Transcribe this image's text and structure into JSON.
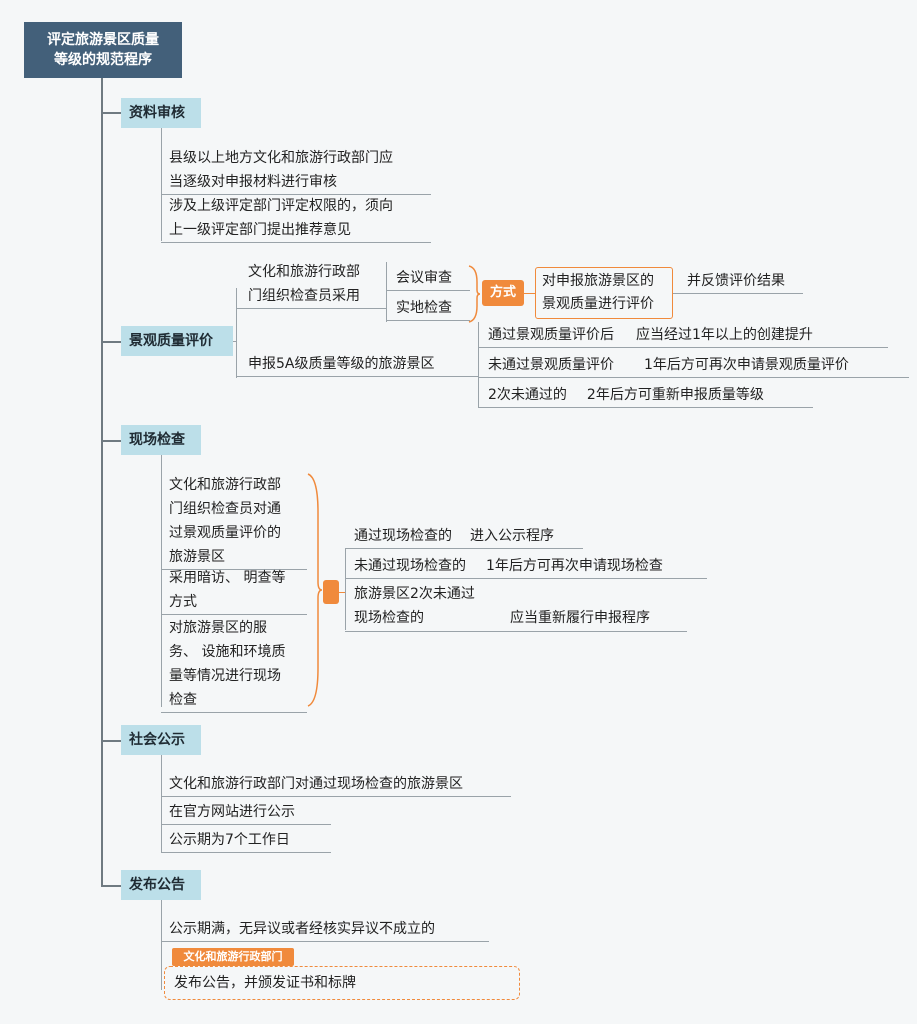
{
  "root": {
    "line1": "评定旅游景区质量",
    "line2": "等级的规范程序"
  },
  "branches": {
    "review": {
      "title": "资料审核",
      "items": [
        [
          "县级以上地方文化和旅游行政部门应",
          "当逐级对申报材料进行审核"
        ],
        [
          "涉及上级评定部门评定权限的，须向",
          "上一级评定部门提出推荐意见"
        ]
      ]
    },
    "quality": {
      "title": "景观质量评价",
      "staff": [
        "文化和旅游行政部",
        "门组织检查员采用"
      ],
      "methods": [
        "会议审查",
        "实地检查"
      ],
      "method_tag": "方式",
      "evaluate": [
        "对申报旅游景区的",
        "景观质量进行评价"
      ],
      "feedback": "并反馈评价结果",
      "fiveA": "申报5A级质量等级的旅游景区",
      "cases": [
        {
          "cond": "通过景观质量评价后",
          "result": "应当经过1年以上的创建提升"
        },
        {
          "cond": "未通过景观质量评价",
          "result": "1年后方可再次申请景观质量评价"
        },
        {
          "cond": "2次未通过的",
          "result": "2年后方可重新申报质量等级"
        }
      ]
    },
    "inspection": {
      "title": "现场检查",
      "items": [
        [
          "文化和旅游行政部",
          "门组织检查员对通",
          "过景观质量评价的",
          "旅游景区"
        ],
        [
          "采用暗访、 明查等",
          "方式"
        ],
        [
          "对旅游景区的服",
          "务、 设施和环境质",
          "量等情况进行现场",
          "检查"
        ]
      ],
      "outcomes": [
        {
          "cond": "通过现场检查的",
          "result": "进入公示程序"
        },
        {
          "cond": "未通过现场检查的",
          "result": "1年后方可再次申请现场检查"
        },
        {
          "cond1": "旅游景区2次未通过",
          "cond2": "现场检查的",
          "result": "应当重新履行申报程序"
        }
      ]
    },
    "publicity": {
      "title": "社会公示",
      "items": [
        "文化和旅游行政部门对通过现场检查的旅游景区",
        "在官方网站进行公示",
        "公示期为7个工作日"
      ]
    },
    "announce": {
      "title": "发布公告",
      "condition": "公示期满，无异议或者经核实异议不成立的",
      "tag": "文化和旅游行政部门",
      "action": "发布公告，并颁发证书和标牌"
    }
  },
  "colors": {
    "root_bg": "#43607a",
    "branch_bg": "#bcdfe9",
    "accent": "#f08a3c"
  }
}
